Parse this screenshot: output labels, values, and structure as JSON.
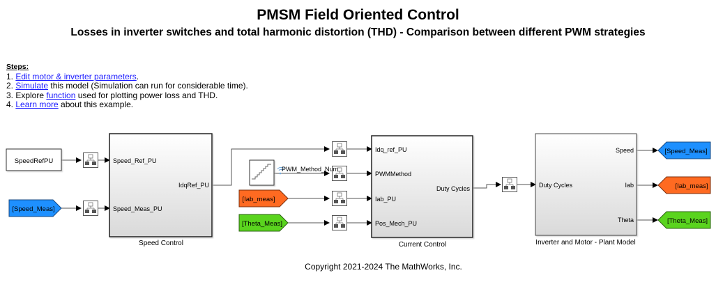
{
  "header": {
    "title": "PMSM Field Oriented Control",
    "subtitle": "Losses in inverter switches and total harmonic distortion (THD) - Comparison between different PWM strategies"
  },
  "steps": {
    "heading": "Steps:",
    "items": [
      {
        "prefix": "1. ",
        "link": "Edit motor & inverter parameters",
        "suffix": "."
      },
      {
        "prefix": "2. ",
        "link": "Simulate",
        "suffix": " this model (Simulation can run for considerable time)."
      },
      {
        "prefix": "3. Explore ",
        "link": "function",
        "suffix": " used for plotting power loss and THD."
      },
      {
        "prefix": "4. ",
        "link": "Learn more",
        "suffix": " about this example."
      }
    ]
  },
  "colors": {
    "speed_tag": "#1e90ff",
    "iab_tag": "#ff6a21",
    "theta_tag": "#5ad41e"
  },
  "blocks": {
    "speed_ref": {
      "label": "SpeedRefPU"
    },
    "from_speed_meas": {
      "label": "[Speed_Meas]"
    },
    "from_iab_meas": {
      "label": "[Iab_meas]"
    },
    "from_theta_meas": {
      "label": "[Theta_Meas]"
    },
    "staircase": {
      "signal_label": "PWM_Method_Num",
      "icon": "staircase-icon"
    },
    "rate_transition": {
      "icon": "rate-transition-icon"
    },
    "speed_control": {
      "caption": "Speed Control",
      "inputs": [
        "Speed_Ref_PU",
        "Speed_Meas_PU"
      ],
      "outputs": [
        "IdqRef_PU"
      ]
    },
    "current_control": {
      "caption": "Current Control",
      "inputs": [
        "Idq_ref_PU",
        "PWMMethod",
        "Iab_PU",
        "Pos_Mech_PU"
      ],
      "outputs": [
        "Duty Cycles"
      ]
    },
    "plant": {
      "caption": "Inverter and Motor - Plant Model",
      "inputs": [
        "Duty Cycles"
      ],
      "outputs": [
        "Speed",
        "Iab",
        "Theta"
      ]
    },
    "goto_speed_meas": {
      "label": "[Speed_Meas]"
    },
    "goto_iab_meas": {
      "label": "[Iab_meas]"
    },
    "goto_theta_meas": {
      "label": "[Theta_Meas]"
    }
  },
  "footer": {
    "copyright": "Copyright 2021-2024 The MathWorks, Inc."
  }
}
